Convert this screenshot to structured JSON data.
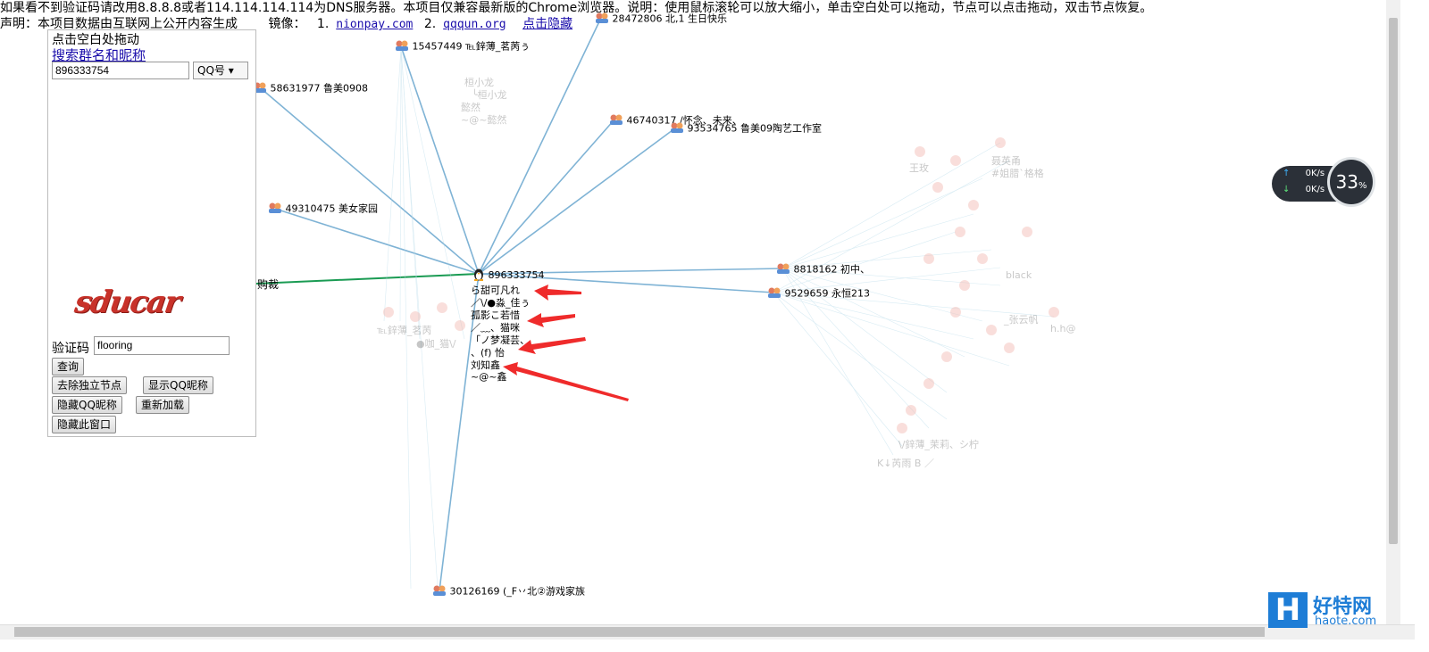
{
  "notice": "如果看不到验证码请改用8.8.8.8或者114.114.114.114为DNS服务器。本项目仅兼容最新版的Chrome浏览器。说明：使用鼠标滚轮可以放大缩小，单击空白处可以拖动，节点可以点击拖动，双击节点恢复。",
  "declaration": {
    "text": "声明：本项目数据由互联网上公开内容生成",
    "mirror_label": "镜像：",
    "mirror1_num": "1.",
    "mirror1": "nionpay.com",
    "mirror2_num": "2.",
    "mirror2": "qqqun.org",
    "hide_link": "点击隐藏"
  },
  "panel": {
    "drag_hint": "点击空白处拖动",
    "search_link": "搜索群名和昵称",
    "qq_value": "896333754",
    "search_type": "QQ号 ▾",
    "captcha_text": "sducar",
    "verify_label": "验证码",
    "verify_value": "flooring",
    "query_btn": "查询",
    "remove_isolated_btn": "去除独立节点",
    "show_nick_btn": "显示QQ昵称",
    "hide_nick_btn": "隐藏QQ昵称",
    "reload_btn": "重新加载",
    "hide_window_btn": "隐藏此窗口"
  },
  "center_node": {
    "label": "896333754"
  },
  "group_nodes": [
    {
      "label": "15457449 ℡鋅薄_茗苪ぅ"
    },
    {
      "label": "28472806 北,1 生日快乐"
    },
    {
      "label": "58631977 鲁美0908"
    },
    {
      "label": "46740317 /怀念、未来、"
    },
    {
      "label": "93534765 鲁美09陶艺工作室"
    },
    {
      "label": "49310475 美女家园"
    },
    {
      "label": "8818162 初中、"
    },
    {
      "label": "9529659 永恒213"
    },
    {
      "label": "30126169 (_F丷北②游戏家族"
    },
    {
      "label": "购裁"
    }
  ],
  "nicknames": [
    "ら甜可凡れ",
    "／\\/●淼_佳ぅ",
    "孤影こ若惜",
    "／﹏、猫咪",
    "「ノ梦凝芸、",
    "、(f) 怡",
    "刘知鑫",
    "~@~鑫"
  ],
  "faint_labels": [
    "桓小龙",
    "╰桓小龙",
    "懿然",
    "~@~懿然",
    "王玫",
    "聂英甬",
    "#姐腊`格格",
    "black",
    "\\/鋅薄_茉莉、シ柠",
    "K↓芮雨 B ／",
    "h.h@",
    "℡鋅薄_茗苪",
    "●咖_猫\\/",
    "_张云帆"
  ],
  "speed": {
    "up": "0K/s",
    "down": "0K/s",
    "percent": "33",
    "percent_unit": "%"
  },
  "watermark": {
    "mark": "H",
    "title": "好特网",
    "domain": "haote.com"
  }
}
